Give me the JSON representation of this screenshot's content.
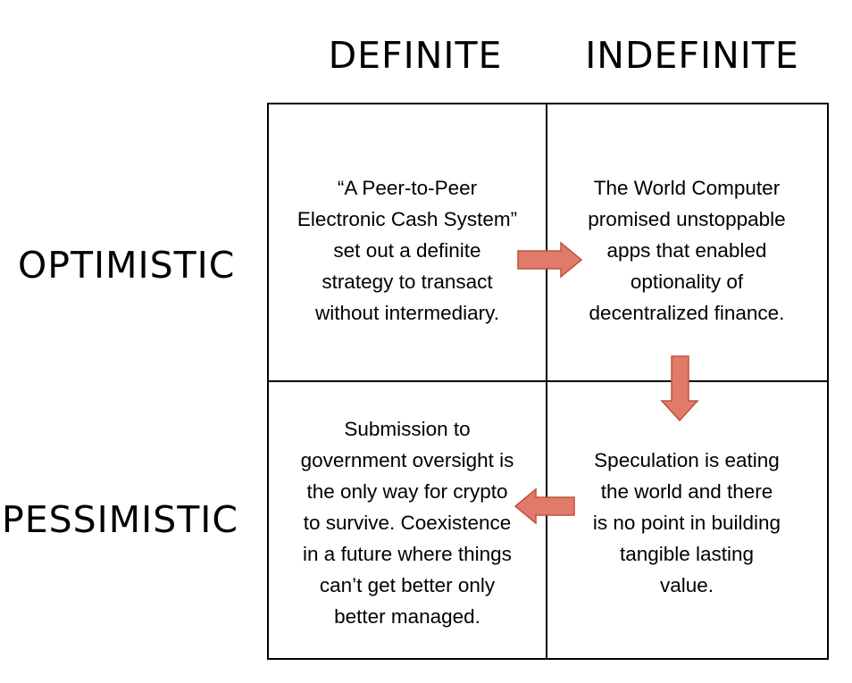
{
  "columns": {
    "definite": "DEFINITE",
    "indefinite": "INDEFINITE"
  },
  "rows": {
    "optimistic": "OPTIMISTIC",
    "pessimistic": "PESSIMISTIC"
  },
  "cells": {
    "optimistic_definite": [
      "“A Peer-to-Peer",
      "Electronic Cash System”",
      "set out a definite",
      "strategy to transact",
      "without intermediary."
    ],
    "optimistic_indefinite": [
      "The World Computer",
      "promised unstoppable",
      "apps that enabled",
      "optionality of",
      "decentralized finance."
    ],
    "pessimistic_definite": [
      "Submission to",
      "government oversight is",
      "the only way for crypto",
      "to survive. Coexistence",
      "in a future where things",
      "can’t get better only",
      "better managed."
    ],
    "pessimistic_indefinite": [
      "Speculation is eating",
      "the world and there",
      "is no point in building",
      "tangible lasting",
      "value."
    ]
  },
  "colors": {
    "arrow_fill": "#e07b6a",
    "arrow_stroke": "#c0503f",
    "grid": "#000000"
  },
  "arrows": [
    {
      "from": "optimistic_definite",
      "to": "optimistic_indefinite",
      "direction": "right"
    },
    {
      "from": "optimistic_indefinite",
      "to": "pessimistic_indefinite",
      "direction": "down"
    },
    {
      "from": "pessimistic_indefinite",
      "to": "pessimistic_definite",
      "direction": "left"
    }
  ]
}
